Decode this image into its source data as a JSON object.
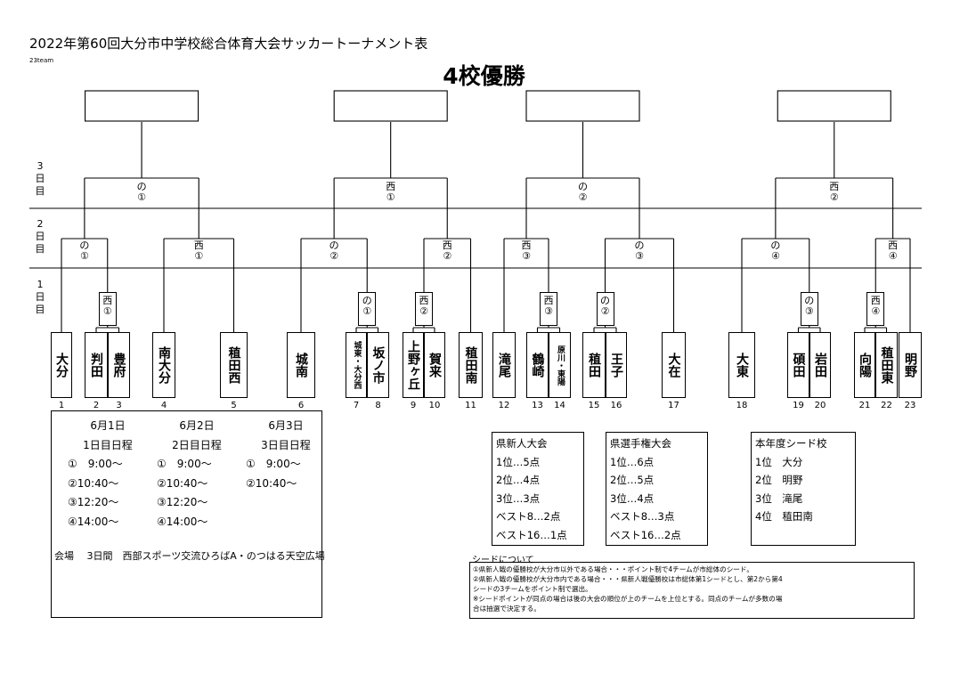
{
  "title": "2022年第60回大分市中学校総合体育大会サッカートーナメント表",
  "note": "23team",
  "heading": "4校優勝",
  "day_labels": [
    [
      "3",
      "日",
      "目"
    ],
    [
      "2",
      "日",
      "目"
    ],
    [
      "1",
      "日",
      "目"
    ]
  ],
  "teams": [
    {
      "num": "1",
      "names": [
        "大分"
      ]
    },
    {
      "num": "2",
      "names": [
        "判田"
      ]
    },
    {
      "num": "3",
      "names": [
        "豊府"
      ]
    },
    {
      "num": "4",
      "names": [
        "南大分"
      ]
    },
    {
      "num": "5",
      "names": [
        "稙田西"
      ]
    },
    {
      "num": "6",
      "names": [
        "城南"
      ]
    },
    {
      "num": "7",
      "names": [
        "城東・大分西"
      ]
    },
    {
      "num": "8",
      "names": [
        "坂ノ市"
      ]
    },
    {
      "num": "9",
      "names": [
        "上野ヶ丘"
      ]
    },
    {
      "num": "10",
      "names": [
        "賀来"
      ]
    },
    {
      "num": "11",
      "names": [
        "稙田南"
      ]
    },
    {
      "num": "12",
      "names": [
        "滝尾"
      ]
    },
    {
      "num": "13",
      "names": [
        "鶴崎"
      ]
    },
    {
      "num": "14",
      "names": [
        "原川・東陽"
      ]
    },
    {
      "num": "15",
      "names": [
        "稙田"
      ]
    },
    {
      "num": "16",
      "names": [
        "王子"
      ]
    },
    {
      "num": "17",
      "names": [
        "大在"
      ]
    },
    {
      "num": "18",
      "names": [
        "大東"
      ]
    },
    {
      "num": "19",
      "names": [
        "碩田"
      ]
    },
    {
      "num": "20",
      "names": [
        "岩田"
      ]
    },
    {
      "num": "21",
      "names": [
        "向陽"
      ]
    },
    {
      "num": "22",
      "names": [
        "稙田東"
      ]
    },
    {
      "num": "23",
      "names": [
        "明野"
      ]
    }
  ],
  "match_labels": {
    "r1": [
      [
        "西",
        "①"
      ],
      [
        "の",
        "①"
      ],
      [
        "西",
        "②"
      ],
      [
        "西",
        "③"
      ],
      [
        "の",
        "②"
      ],
      [
        "の",
        "③"
      ],
      [
        "西",
        "④"
      ]
    ],
    "r2": [
      [
        "の",
        "①"
      ],
      [
        "西",
        "①"
      ],
      [
        "の",
        "②"
      ],
      [
        "西",
        "②"
      ],
      [
        "西",
        "③"
      ],
      [
        "の",
        "③"
      ],
      [
        "の",
        "④"
      ],
      [
        "西",
        "④"
      ]
    ],
    "r3": [
      [
        "の",
        "①"
      ],
      [
        "西",
        "①"
      ],
      [
        "の",
        "②"
      ],
      [
        "西",
        "②"
      ]
    ]
  },
  "schedule": {
    "columns": [
      {
        "date": "6月1日",
        "heading": "1日目日程",
        "slots": [
          "①　9:00～",
          "②10:40～",
          "③12:20～",
          "④14:00～"
        ]
      },
      {
        "date": "6月2日",
        "heading": "2日目日程",
        "slots": [
          "①　9:00～",
          "②10:40～",
          "③12:20～",
          "④14:00～"
        ]
      },
      {
        "date": "6月3日",
        "heading": "3日目日程",
        "slots": [
          "①　9:00～",
          "②10:40～"
        ]
      }
    ],
    "venue": "会場　 3日間　西部スポーツ交流ひろばA・のつはる天空広場"
  },
  "points": [
    {
      "title": "県新人大会",
      "rows": [
        "1位…5点",
        "2位…4点",
        "3位…3点",
        "ベスト8…2点",
        "ベスト16…1点"
      ]
    },
    {
      "title": "県選手権大会",
      "rows": [
        "1位…6点",
        "2位…5点",
        "3位…4点",
        "ベスト8…3点",
        "ベスト16…2点"
      ]
    }
  ],
  "seeds": {
    "title": "本年度シード校",
    "rows": [
      "1位　大分",
      "2位　明野",
      "3位　滝尾",
      "4位　稙田南"
    ]
  },
  "seed_note": {
    "heading": "シードについて",
    "lines": [
      "①県新人戦の優勝校が大分市以外である場合・・・ポイント制で4チームが市総体のシード。",
      "②県新人戦の優勝校が大分市内である場合・・・県新人戦優勝校は市総体第1シードとし、第2から第4",
      "シードの3チームをポイント制で選出。",
      "※シードポイントが同点の場合は後の大会の順位が上のチームを上位とする。同点のチームが多数の場",
      "合は抽選で決定する。"
    ]
  }
}
